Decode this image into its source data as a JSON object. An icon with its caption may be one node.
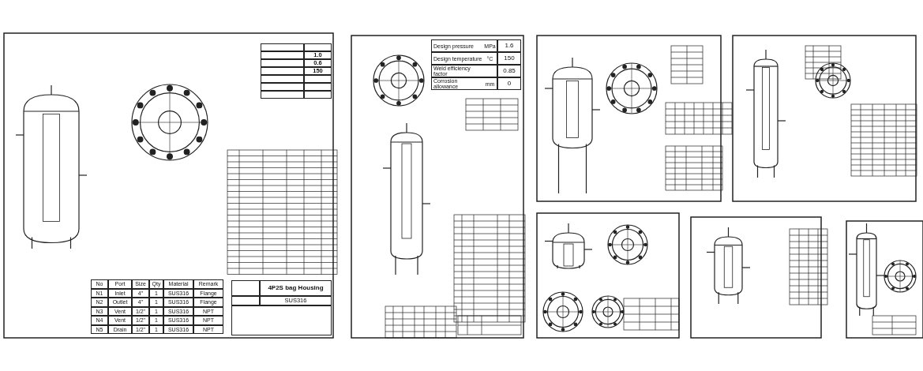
{
  "diagram": {
    "labels": [
      "1.0",
      "0.6",
      "150",
      "No",
      "Port",
      "Size",
      "Qty",
      "Material",
      "Remark",
      "N1",
      "Inlet",
      "4\"",
      "1",
      "SUS316",
      "Flange",
      "N2",
      "Outlet",
      "4\"",
      "1",
      "SUS316",
      "Flange",
      "N3",
      "Vent",
      "1/2\"",
      "1",
      "SUS316",
      "NPT",
      "N4",
      "Vent",
      "1/2\"",
      "1",
      "SUS316",
      "NPT",
      "N5",
      "Drain",
      "1/2\"",
      "1",
      "SUS316",
      "NPT",
      "4P2S bag Housing",
      "SUS316",
      "Design pressure",
      "MPa",
      "1.6",
      "Design temperature",
      "°C",
      "150",
      "Weld efficiency factor",
      "0.85",
      "Corrosion allowance",
      "mm",
      "0"
    ]
  }
}
